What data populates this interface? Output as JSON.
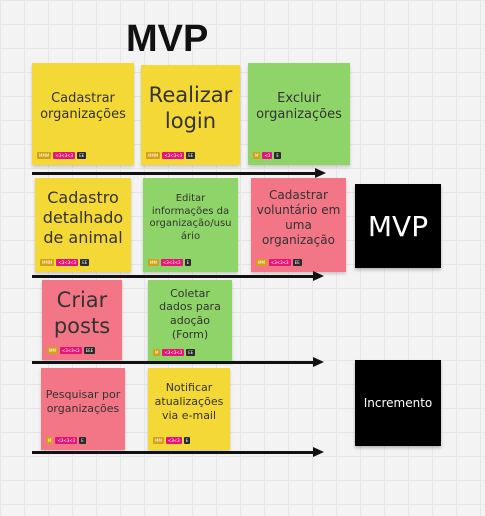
{
  "title": "MVP",
  "colors": {
    "yellow": "#f4d835",
    "green": "#8fd468",
    "red": "#f37687",
    "black": "#000000",
    "tag_gold": "#d4a017",
    "tag_magenta": "#e6157a",
    "tag_dark": "#2b2b2b"
  },
  "notes": [
    {
      "id": "cadastrar-organizacoes",
      "text": "Cadastrar organizações",
      "color": "yellow",
      "tags": [
        "MMM",
        "<3<3<3",
        "EE"
      ]
    },
    {
      "id": "realizar-login",
      "text": "Realizar login",
      "color": "yellow",
      "tags": [
        "MMM",
        "<3<3<3",
        "EE"
      ]
    },
    {
      "id": "excluir-organizacoes",
      "text": "Excluir organizações",
      "color": "green",
      "tags": [
        "M",
        "<3",
        "E"
      ]
    },
    {
      "id": "cadastro-detalhado-animal",
      "text": "Cadastro detalhado de animal",
      "color": "yellow",
      "tags": [
        "MMM",
        "<3<3<3",
        "EE"
      ]
    },
    {
      "id": "editar-informacoes",
      "text": "Editar informações da organização/usu ário",
      "color": "green",
      "tags": [
        "MM",
        "<3<3<3",
        "E"
      ]
    },
    {
      "id": "cadastrar-voluntario",
      "text": "Cadastrar voluntário em uma organização",
      "color": "red",
      "tags": [
        "MM",
        "<3<3<3",
        "EE"
      ]
    },
    {
      "id": "criar-posts",
      "text": "Criar posts",
      "color": "red",
      "tags": [
        "MM",
        "<3<3<3",
        "EEE"
      ]
    },
    {
      "id": "coletar-dados-adocao",
      "text": "Coletar dados para adoção (Form)",
      "color": "green",
      "tags": [
        "M",
        "<3<3<3",
        "EE"
      ]
    },
    {
      "id": "pesquisar-organizacoes",
      "text": "Pesquisar por organizações",
      "color": "red",
      "tags": [
        "M",
        "<3<3<3",
        "E"
      ]
    },
    {
      "id": "notificar-atualizacoes",
      "text": "Notificar atualizações via e-mail",
      "color": "yellow",
      "tags": [
        "MM",
        "<3<3",
        "E"
      ]
    }
  ],
  "labels": {
    "mvp": "MVP",
    "incremento": "Incremento"
  }
}
